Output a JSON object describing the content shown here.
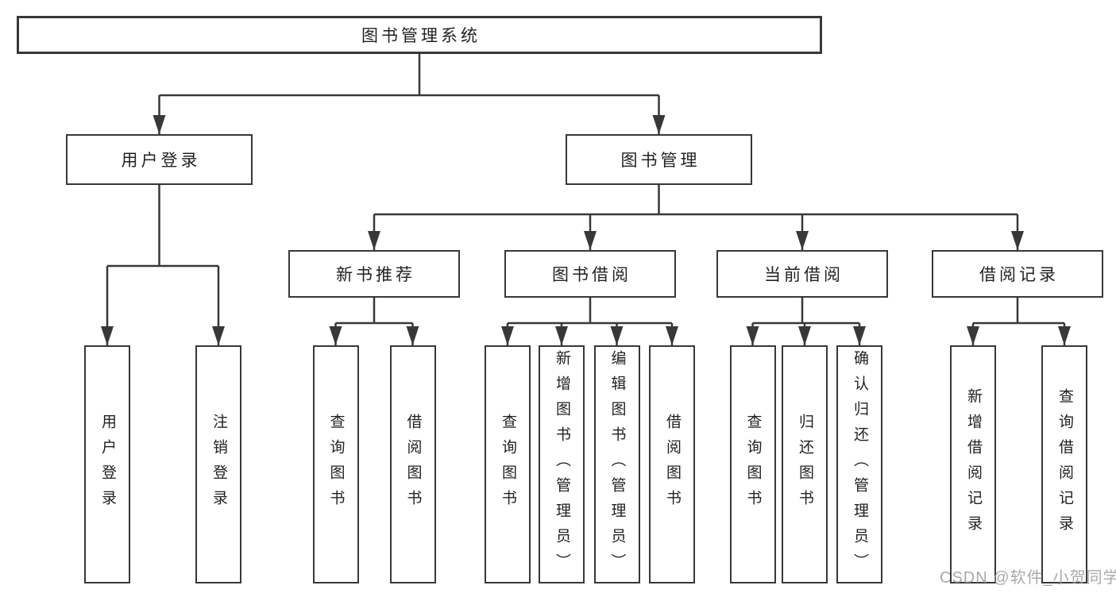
{
  "title": "图书管理系统",
  "branches": {
    "user_login": {
      "label": "用户登录",
      "children": [
        "用户登录",
        "注销登录"
      ]
    },
    "book_mgmt": {
      "label": "图书管理",
      "children": [
        {
          "label": "新书推荐",
          "children": [
            "查询图书",
            "借阅图书"
          ]
        },
        {
          "label": "图书借阅",
          "children": [
            "查询图书",
            "新增图书（管理员）",
            "编辑图书（管理员）",
            "借阅图书"
          ]
        },
        {
          "label": "当前借阅",
          "children": [
            "查询图书",
            "归还图书",
            "确认归还（管理员）"
          ]
        },
        {
          "label": "借阅记录",
          "children": [
            "新增借阅记录",
            "查询借阅记录"
          ]
        }
      ]
    }
  },
  "watermark": "CSDN @软件_小贺同学",
  "colors": {
    "line": "#383838",
    "border": "#383838",
    "text": "#222222",
    "watermark": "#9b9b9b",
    "background": "#ffffff"
  }
}
